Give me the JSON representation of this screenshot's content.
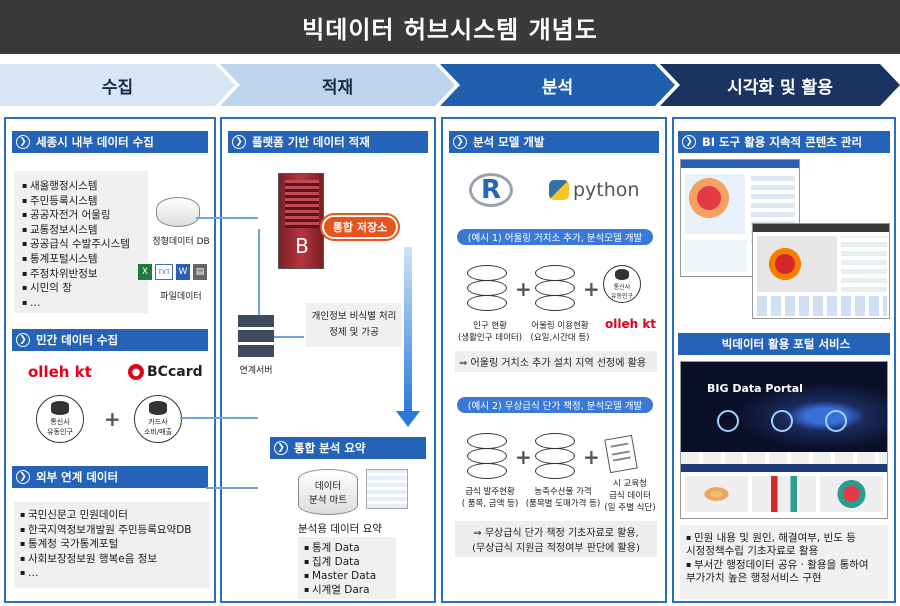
{
  "title": "빅데이터 허브시스템 개념도",
  "stages": [
    "수집",
    "적재",
    "분석",
    "시각화 및 활용"
  ],
  "collect": {
    "internal_title": "세종시 내부 데이터 수집",
    "internal_items": [
      "새올행정시스템",
      "주민등록시스템",
      "공공자전거 어울링",
      "교통정보시스템",
      "공공급식 수발주시스템",
      "통계포털시스템",
      "주정차위반정보",
      "시민의 창",
      "…"
    ],
    "internal_db_label": "정형데이터 DB",
    "file_label": "파일데이터",
    "file_icons": [
      "X",
      "TXT",
      "W"
    ],
    "private_title": "민간 데이터 수집",
    "kt_logo": "olleh kt",
    "bc_logo": "BCcard",
    "kt_badge": "통신사\n유동인구",
    "bc_badge": "카드사\n소비/매출",
    "external_title": "외부 연계 데이터",
    "external_items": [
      "국민신문고 민원데이터",
      "한국지역정보개발원 주민등록요약DB",
      "통계청 국가통계포털",
      "사회보장정보원 행복e음 정보",
      "…"
    ]
  },
  "load": {
    "platform_title": "플랫폼 기반 데이터 적재",
    "server_letter": "B",
    "storage_label": "통합 저장소",
    "privacy_label": "개인정보 비식별 처리",
    "refine_label": "정제 및 가공",
    "link_server_label": "연계서버",
    "summary_title": "통합 분석 요약",
    "mart_label": "데이터\n분석 마트",
    "summary_sub": "분석용 데이터 요약",
    "summary_items": [
      "통계 Data",
      "집계 Data",
      "Master Data",
      "시계열 Dara"
    ]
  },
  "analyze": {
    "model_title": "분석 모델 개발",
    "python_label": "python",
    "r_label": "R",
    "ex1": "(예시 1) 어울링 거치소 추가, 분석모델 개발",
    "ex1_db1": "인구 현황\n(생활인구 데이터)",
    "ex1_db2": "어울링 이용현황\n(요일,시간대 등)",
    "ex1_badge": "통신사\n유동인구",
    "ex1_kt": "olleh kt",
    "ex1_result": "⇒ 어울링 거치소 추가 설치 지역 선정에 활용",
    "ex2": "(예시 2) 무상급식 단가 책정, 분석모델 개발",
    "ex2_db1": "급식 발주현황\n( 품목, 금액 등)",
    "ex2_db2": "농축수산물 가격\n(품목별 도매가격 등)",
    "ex2_doc": "시 교육청\n급식 데이터\n(일 주별 식단)",
    "ex2_result": "⇒ 무상급식 단가 책정 기초자료로 활용,\n(무상급식 지원금 적정여부 판단에 활용)"
  },
  "visual": {
    "bi_title": "BI 도구 활용 지속적 콘텐츠 관리",
    "portal_title": "빅데이터 활용 포털 서비스",
    "portal_banner": "BIG Data Portal",
    "items": [
      "민원 내용 및 원인, 해결여부, 빈도 등\n시정정책수립 기초자료로 활용",
      "부서간 행정데이터 공유 · 활용을 통하여\n부가가치 높은 행정서비스 구현"
    ]
  },
  "colors": {
    "primary": "#2563b8",
    "dark": "#3a3a3a",
    "accent": "#e2001a",
    "storage": "#e8541a"
  }
}
